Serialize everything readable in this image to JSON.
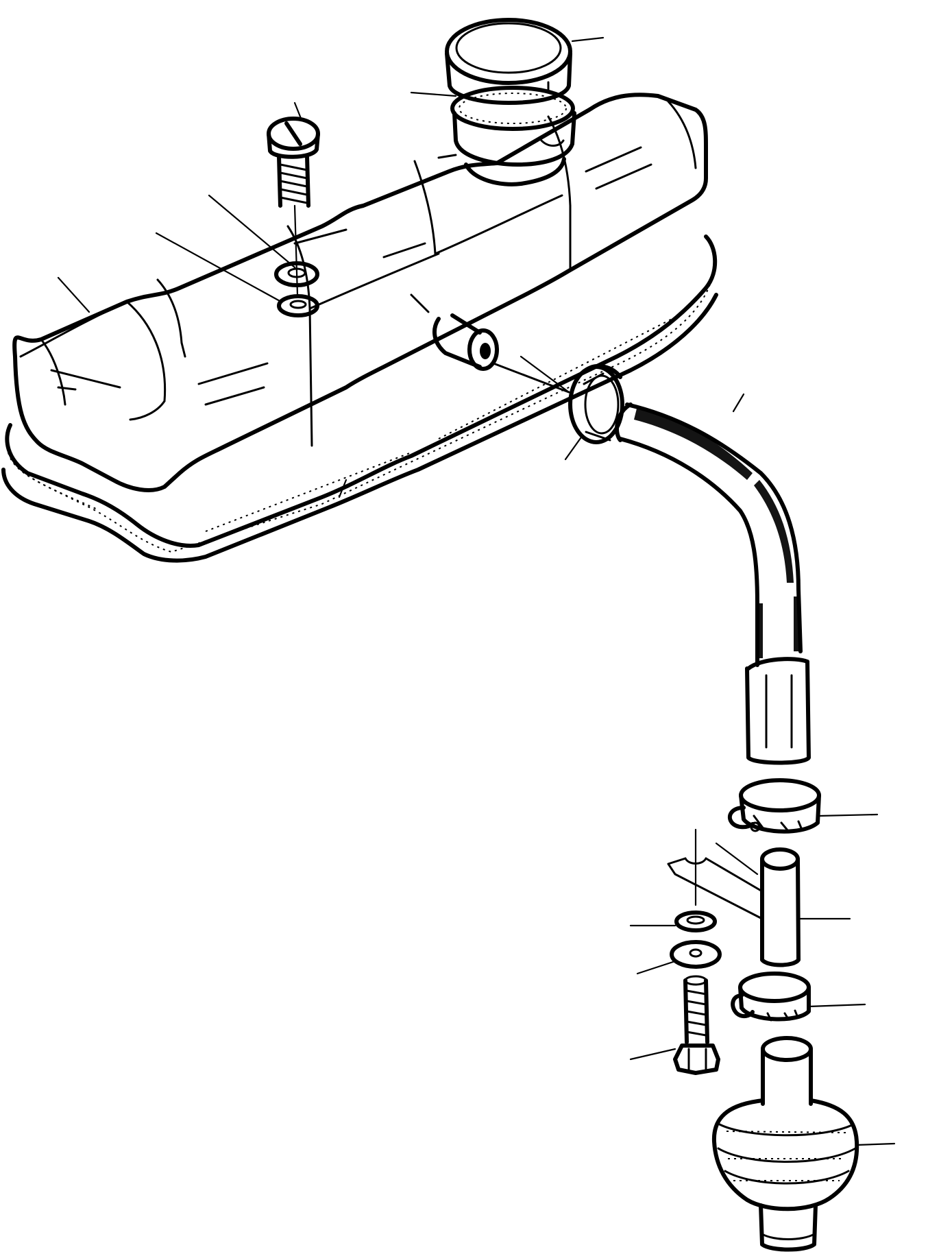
{
  "diagram": {
    "parts": [
      "valve-cover",
      "oil-filler-cap",
      "filler-cap-gasket",
      "cover-screw",
      "sealing-washer",
      "spring-washer",
      "cover-gasket",
      "breather-hose",
      "hose-clamp-upper",
      "hose-clamp-middle",
      "tee-pipe",
      "tee-lock-washer",
      "tee-flat-washer",
      "tee-bolt",
      "hose-clamp-lower",
      "breather-valve"
    ]
  }
}
